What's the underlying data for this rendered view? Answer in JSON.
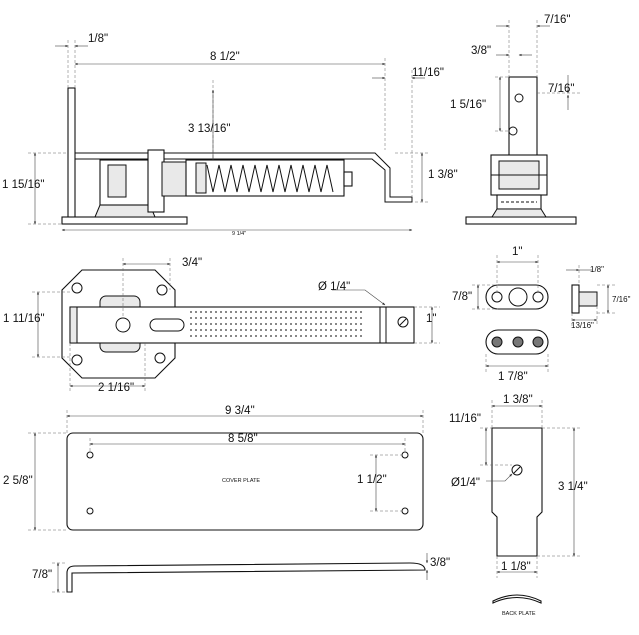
{
  "dimensions": {
    "side_view": {
      "offset_left": "1/8\"",
      "overall_length": "8 1/2\"",
      "arm_offset": "11/16\"",
      "pivot_to_arm": "3 13/16\"",
      "total_height": "1 15/16\"",
      "arm_height": "1 3/8\"",
      "base_length": "9 1/4\""
    },
    "end_view": {
      "top_width": "7/16\"",
      "top_offset": "3/8\"",
      "side_offset": "7/16\"",
      "hole_height": "1 5/16\""
    },
    "top_view": {
      "pivot_offset": "3/4\"",
      "hole_diameter": "Ø 1/4\"",
      "mount_height": "1 11/16\"",
      "arm_width": "1\"",
      "pivot_from_left": "2  1/16\""
    },
    "roller_plate": {
      "hole_spacing": "1\"",
      "height": "7/8\"",
      "total_width": "1 7/8\""
    },
    "pin": {
      "pin_diameter": "1/8\"",
      "head_height": "7/16\"",
      "length": "13/16\""
    },
    "cover_plate": {
      "length": "9 3/4\"",
      "hole_spacing": "8 5/8\"",
      "height": "2 5/8\"",
      "hole_vertical": "1 1/2\"",
      "name": "COVER PLATE"
    },
    "back_plate": {
      "width": "1 3/8\"",
      "top_offset": "11/16\"",
      "hole_diameter": "Ø1/4\"",
      "height": "3 1/4\"",
      "bottom_width": "1 1/8\"",
      "name": "BACK PLATE"
    },
    "cover_profile": {
      "depth": "7/8\"",
      "thickness": "3/8\""
    }
  }
}
